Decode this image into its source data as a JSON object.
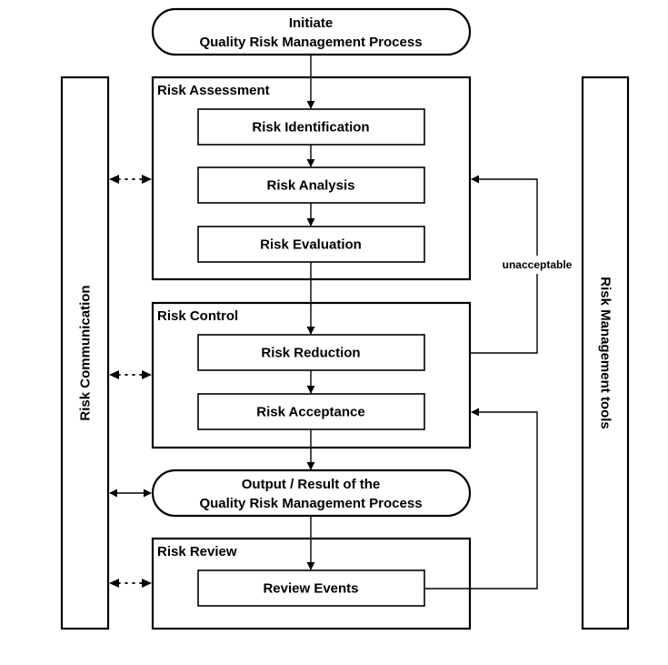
{
  "start": {
    "line1": "Initiate",
    "line2": "Quality Risk Management Process"
  },
  "risk_assessment": {
    "title": "Risk Assessment",
    "steps": [
      "Risk Identification",
      "Risk Analysis",
      "Risk Evaluation"
    ]
  },
  "risk_control": {
    "title": "Risk Control",
    "steps": [
      "Risk Reduction",
      "Risk Acceptance"
    ]
  },
  "output": {
    "line1": "Output / Result of the",
    "line2": "Quality Risk Management Process"
  },
  "risk_review": {
    "title": "Risk Review",
    "steps": [
      "Review Events"
    ]
  },
  "feedback_label": "unacceptable",
  "left_bar": "Risk Communication",
  "right_bar": "Risk Management tools"
}
